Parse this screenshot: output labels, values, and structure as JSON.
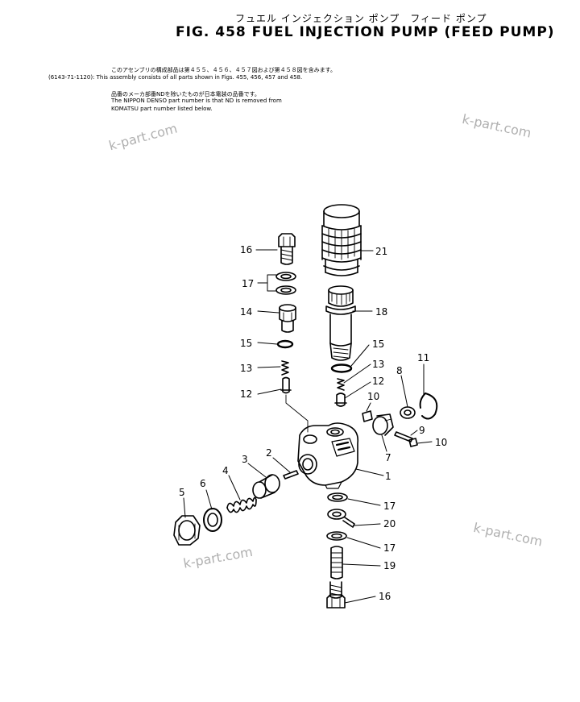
{
  "header": {
    "title_jp": "フュエル インジェクション ポンプ　フィード ポンプ",
    "title_en": "FIG. 458  FUEL  INJECTION  PUMP  (FEED  PUMP)"
  },
  "notes": {
    "line1_jp": "このアセンブリの構成部品は第４５５、４５６、４５７図および第４５８図を含みます。",
    "line2_en": "(6143-71-1120): This assembly consists of all parts shown in Figs. 455, 456, 457 and 458.",
    "line3_jp": "品番のメーカ部番NDを除いたものが日本電装の品番です。",
    "line4_en": "The NIPPON DENSO part number is that ND is removed from",
    "line5_en": "KOMATSU part number listed below."
  },
  "watermark": "k-part.com",
  "labels": {
    "l1": "1",
    "l2": "2",
    "l3": "3",
    "l4": "4",
    "l5": "5",
    "l6": "6",
    "l7": "7",
    "l8": "8",
    "l9": "9",
    "l10a": "10",
    "l10b": "10",
    "l11": "11",
    "l12a": "12",
    "l12b": "12",
    "l13a": "13",
    "l13b": "13",
    "l14": "14",
    "l15a": "15",
    "l15b": "15",
    "l16a": "16",
    "l16b": "16",
    "l17a": "17",
    "l17b": "17",
    "l17c": "17",
    "l18": "18",
    "l19": "19",
    "l20": "20",
    "l21": "21"
  }
}
